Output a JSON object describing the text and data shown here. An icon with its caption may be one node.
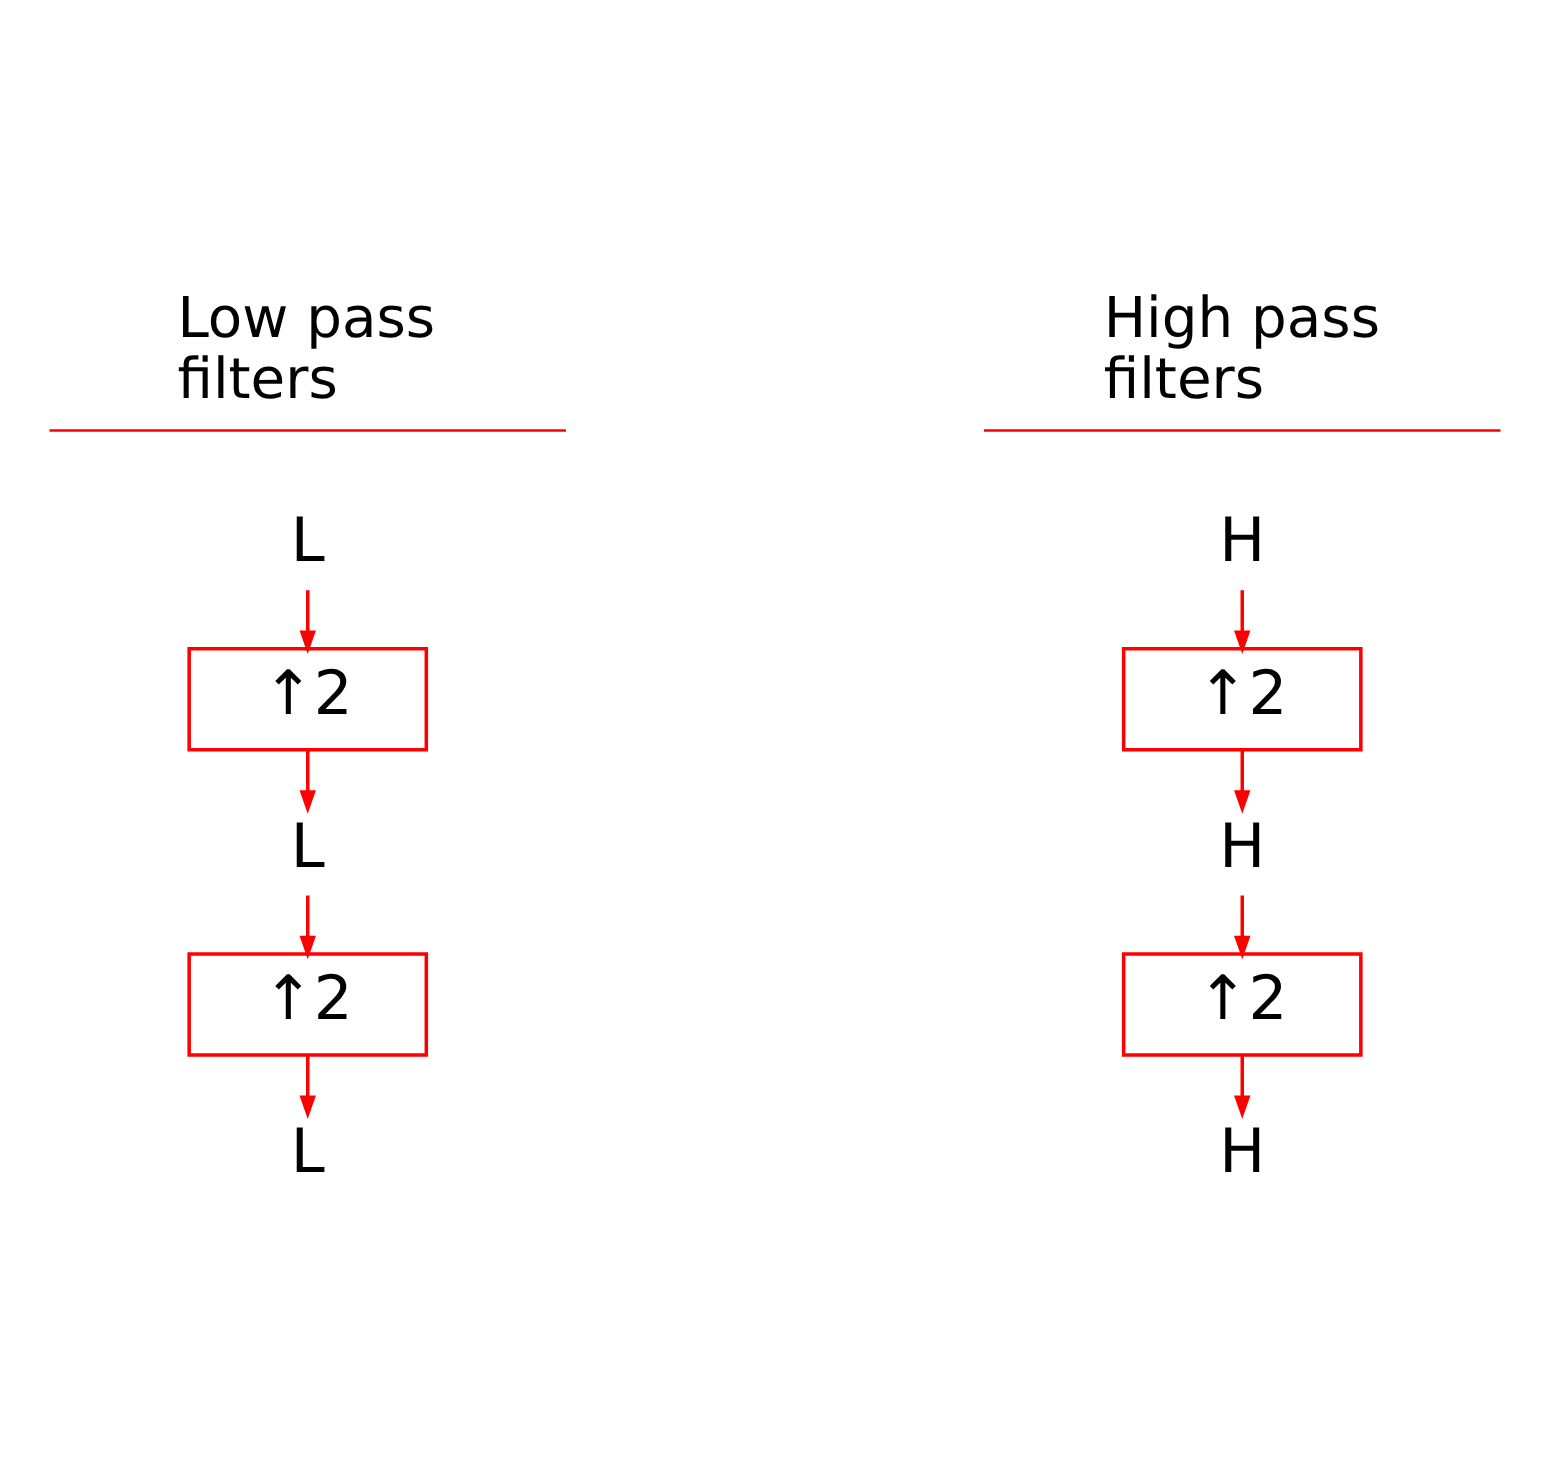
{
  "diagram": {
    "nodes": [
      {
        "text": [
          "L"
        ]
      },
      {
        "text": [
          "↑2"
        ]
      },
      {
        "text": [
          "L"
        ]
      },
      {
        "text": [
          "↑2"
        ]
      },
      {
        "text": [
          "L"
        ]
      },
      {
        "text": [
          "H"
        ]
      },
      {
        "text": [
          "↑2"
        ]
      },
      {
        "text": [
          "H"
        ]
      },
      {
        "text": [
          "↑2"
        ]
      },
      {
        "text": [
          "H"
        ]
      }
    ],
    "edges": [
      {
        "from": 0,
        "to": 1,
        "arrow": "to"
      },
      {
        "from": 1,
        "to": 2,
        "arrow": "to"
      },
      {
        "from": 2,
        "to": 3,
        "arrow": "to"
      },
      {
        "from": 3,
        "to": 4,
        "arrow": "to"
      },
      {
        "from": 5,
        "to": 6,
        "arrow": "to"
      },
      {
        "from": 6,
        "to": 7,
        "arrow": "to"
      },
      {
        "from": 7,
        "to": 8,
        "arrow": "to"
      },
      {
        "from": 8,
        "to": 9,
        "arrow": "to"
      }
    ],
    "labels": [
      "Low pass filters",
      "High pass filters"
    ]
  }
}
